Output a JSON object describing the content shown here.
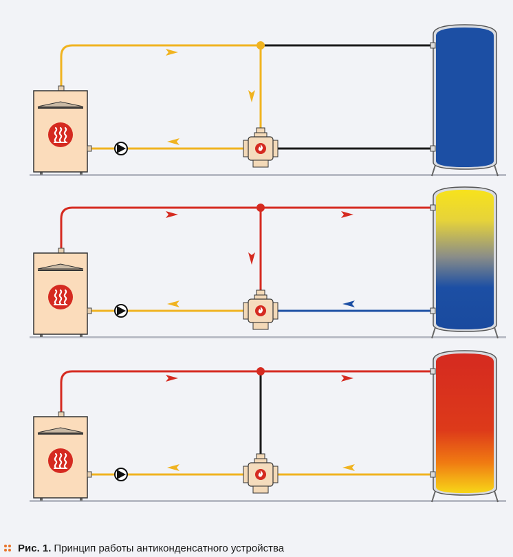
{
  "caption": {
    "label": "Рис. 1.",
    "text": "Принцип работы антиконденсатного устройства"
  },
  "colors": {
    "hot": "#d52a20",
    "warm": "#f0b320",
    "cold": "#1c4fa4",
    "neutral": "#1a1a1a",
    "background": "#f2f3f7",
    "boiler": "#fbdcbb",
    "heat_icon": "#d52a20"
  },
  "icons": [
    "heat-symbol-icon",
    "pump-icon",
    "valve-icon",
    "flame-icon"
  ],
  "panels": [
    {
      "id": "stage-1",
      "tank_fill": "cold",
      "supply_left": "warm",
      "supply_right": "neutral",
      "junction": "warm",
      "bypass": "warm",
      "return_left": "warm",
      "return_right": "neutral"
    },
    {
      "id": "stage-2",
      "tank_fill": "stratified",
      "supply_left": "hot",
      "supply_right": "hot",
      "junction": "hot",
      "bypass": "hot",
      "return_left": "warm",
      "return_right": "cold"
    },
    {
      "id": "stage-3",
      "tank_fill": "hot",
      "supply_left": "hot",
      "supply_right": "hot",
      "junction": "hot",
      "bypass": "neutral",
      "return_left": "warm",
      "return_right": "warm"
    }
  ]
}
